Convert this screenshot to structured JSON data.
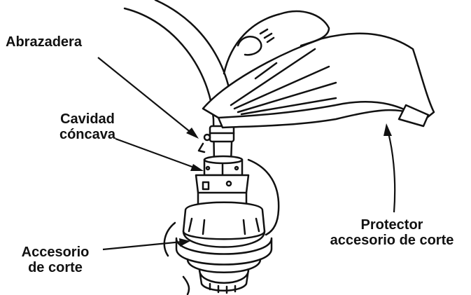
{
  "labels": {
    "clamp": "Abrazadera",
    "cavity": {
      "line1": "Cavidad",
      "line2": "cóncava"
    },
    "cutting_attachment": {
      "line1": "Accesorio",
      "line2": "de corte"
    },
    "guard": {
      "line1": "Protector",
      "line2": "accesorio de corte"
    }
  },
  "colors": {
    "ink": "#111111",
    "background": "#ffffff"
  }
}
